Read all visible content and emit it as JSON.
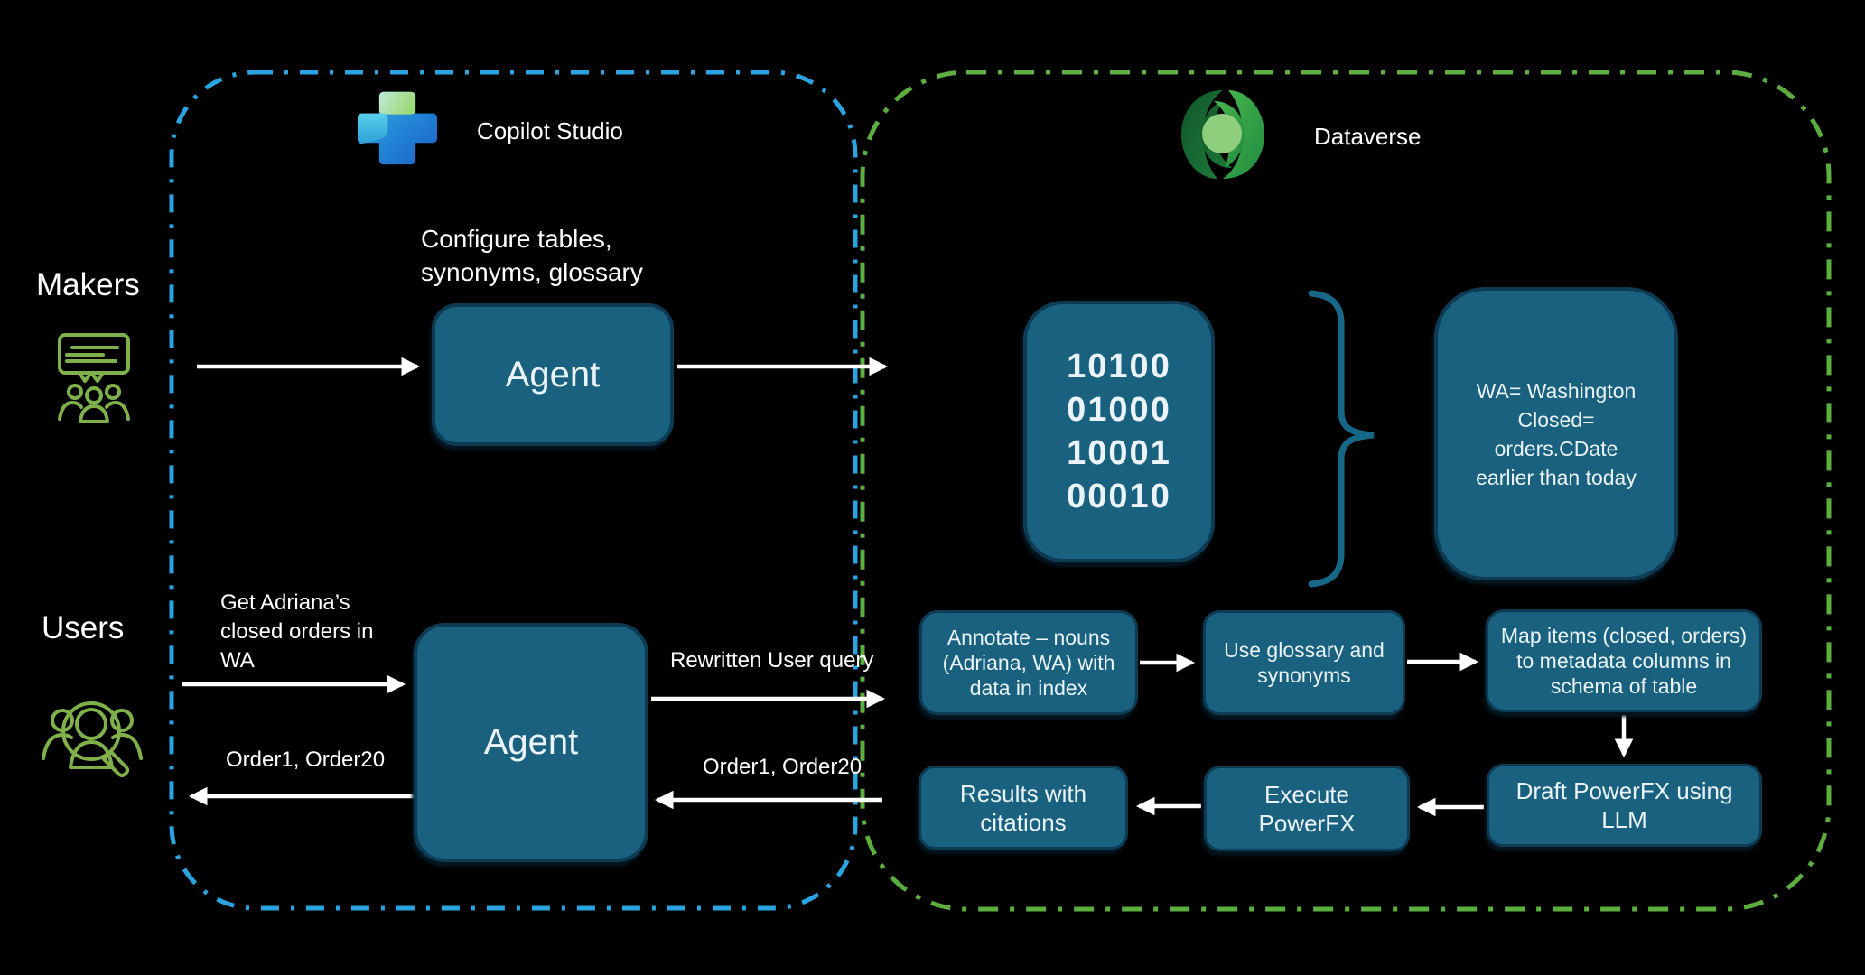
{
  "theme": {
    "bg": "#000000",
    "box-fill": "#19617F",
    "box-border": "#0D3B54",
    "box-text": "#EAF4FA",
    "blue-dash": "#2AA3E1",
    "green-dash": "#5CAE3E",
    "icon-green": "#7FB04A",
    "arrow": "#FFFFFF",
    "brace": "#176787",
    "text": "#FFFFFF"
  },
  "regions": {
    "copilot": {
      "label": "Copilot Studio",
      "icon": "copilot-studio-logo"
    },
    "dataverse": {
      "label": "Dataverse",
      "icon": "dataverse-logo"
    }
  },
  "actors": {
    "makers": {
      "label": "Makers",
      "icon": "people-chat-icon"
    },
    "users": {
      "label": "Users",
      "icon": "people-search-icon"
    }
  },
  "copilot_flow": {
    "configure_note": "Configure tables,\nsynonyms, glossary",
    "maker_agent_label": "Agent",
    "user_agent_label": "Agent",
    "user_query": "Get Adriana’s\nclosed orders in\nWA",
    "user_result": "Order1, Order20",
    "rewritten_query": "Rewritten User query",
    "agent_result": "Order1, Order20"
  },
  "dataverse_flow": {
    "index_box": "10100\n01000\n10001\n00010",
    "semantics_box": "WA= Washington\nClosed=\norders.CDate\nearlier than today",
    "annotate_box": "Annotate – nouns\n(Adriana, WA) with\ndata in index",
    "glossary_box": "Use glossary and\nsynonyms",
    "map_box": "Map items (closed, orders)\nto metadata columns in\nschema of table",
    "draft_box": "Draft PowerFX using\nLLM",
    "execute_box": "Execute\nPowerFX",
    "results_box": "Results with\ncitations"
  }
}
